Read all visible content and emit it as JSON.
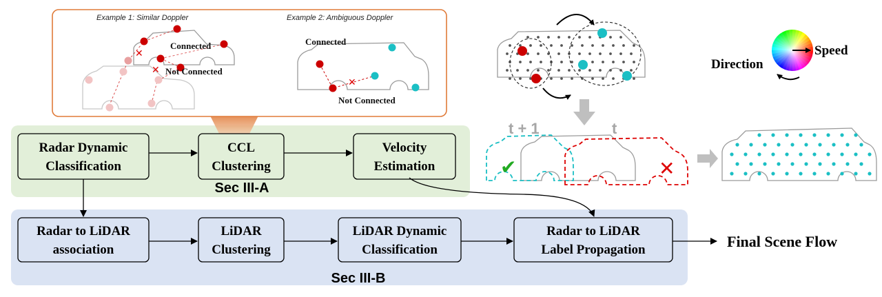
{
  "examples": {
    "ex1_title": "Example 1: Similar Doppler",
    "ex2_title": "Example 2: Ambiguous Doppler",
    "ex1_connected": "Connected",
    "ex1_not_connected": "Not  Connected",
    "ex2_connected": "Connected",
    "ex2_not_connected": "Not  Connected"
  },
  "sections": {
    "a": {
      "label": "Sec III-A",
      "boxes": [
        {
          "line1": "Radar Dynamic",
          "line2": "Classification"
        },
        {
          "line1": "CCL",
          "line2": "Clustering"
        },
        {
          "line1": "Velocity",
          "line2": "Estimation"
        }
      ]
    },
    "b": {
      "label": "Sec III-B",
      "boxes": [
        {
          "line1": "Radar to LiDAR",
          "line2": "association"
        },
        {
          "line1": "LiDAR",
          "line2": "Clustering"
        },
        {
          "line1": "LiDAR Dynamic",
          "line2": "Classification"
        },
        {
          "line1": "Radar to LiDAR",
          "line2": "Label Propagation"
        }
      ]
    }
  },
  "output": {
    "label": "Final Scene Flow"
  },
  "legend": {
    "direction": "Direction",
    "speed": "Speed"
  },
  "timeline": {
    "t_plus_1": "t + 1",
    "t": "t"
  },
  "colors": {
    "radar_red": "#cc0000",
    "radar_cyan": "#1bbfc4",
    "sec_a_bg": "#e2efd9",
    "sec_b_bg": "#dae3f3",
    "example_border": "#e07b39",
    "check_green": "#22aa22",
    "cross_red": "#dd0000",
    "gray_arrow": "#bfbfbf"
  }
}
